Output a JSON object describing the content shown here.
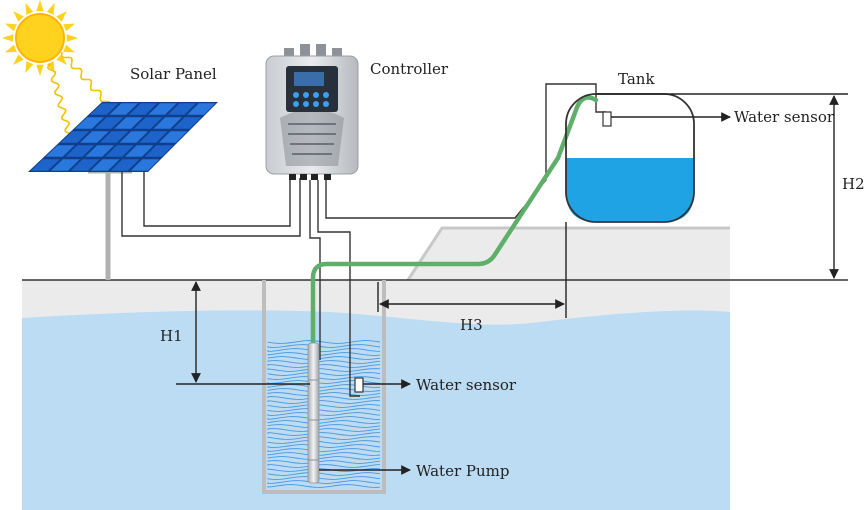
{
  "labels": {
    "solar_panel": "Solar Panel",
    "controller": "Controller",
    "tank": "Tank",
    "tank_sensor": "Water sensor",
    "well_sensor": "Water sensor",
    "pump": "Water Pump",
    "h1": "H1",
    "h2": "H2",
    "h3": "H3"
  },
  "colors": {
    "water": "#bcdcf4",
    "tank_water": "#1fa3e4",
    "sun": "#ffd21f",
    "panel": "#1d63c9",
    "pipe": "#5fae6a",
    "ground": "#ebebeb",
    "wire": "#333333"
  },
  "icons": [
    "sun-icon",
    "solar-panel-icon",
    "controller-icon",
    "tank-icon",
    "pump-icon",
    "sensor-icon"
  ]
}
